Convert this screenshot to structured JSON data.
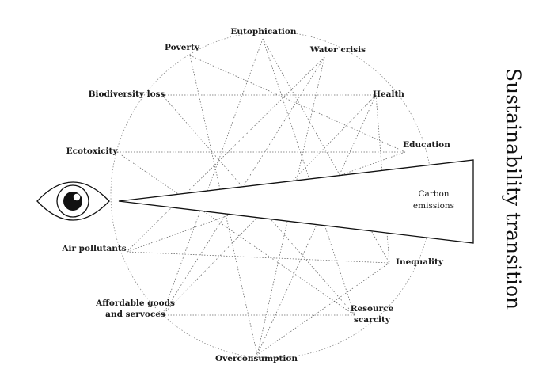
{
  "title": "Sustainability transition",
  "focus": {
    "lines": [
      "Carbon",
      "emissions"
    ]
  },
  "icons": {
    "viewer": "eye-icon"
  },
  "nodes": [
    {
      "id": "eutophication",
      "lines": [
        "Eutophication"
      ]
    },
    {
      "id": "water-crisis",
      "lines": [
        "Water crisis"
      ]
    },
    {
      "id": "poverty",
      "lines": [
        "Poverty"
      ]
    },
    {
      "id": "biodiversity-loss",
      "lines": [
        "Biodiversity loss"
      ]
    },
    {
      "id": "health",
      "lines": [
        "Health"
      ]
    },
    {
      "id": "ecotoxicity",
      "lines": [
        "Ecotoxicity"
      ]
    },
    {
      "id": "education",
      "lines": [
        "Education"
      ]
    },
    {
      "id": "air-pollutants",
      "lines": [
        "Air pollutants"
      ]
    },
    {
      "id": "inequality",
      "lines": [
        "Inequality"
      ]
    },
    {
      "id": "affordable-goods",
      "lines": [
        "Affordable goods",
        "and servoces"
      ]
    },
    {
      "id": "resource-scarcity",
      "lines": [
        "Resource",
        "scarcity"
      ]
    },
    {
      "id": "overconsumption",
      "lines": [
        "Overconsumption"
      ]
    }
  ],
  "links": [
    [
      "biodiversity-loss",
      "health"
    ],
    [
      "ecotoxicity",
      "education"
    ],
    [
      "air-pollutants",
      "inequality"
    ],
    [
      "affordable-goods",
      "resource-scarcity"
    ],
    [
      "poverty",
      "overconsumption"
    ],
    [
      "eutophication",
      "affordable-goods"
    ],
    [
      "eutophication",
      "resource-scarcity"
    ],
    [
      "water-crisis",
      "air-pollutants"
    ],
    [
      "water-crisis",
      "overconsumption"
    ],
    [
      "health",
      "overconsumption"
    ],
    [
      "health",
      "inequality"
    ],
    [
      "biodiversity-loss",
      "resource-scarcity"
    ],
    [
      "ecotoxicity",
      "resource-scarcity"
    ],
    [
      "poverty",
      "education"
    ],
    [
      "education",
      "air-pollutants"
    ],
    [
      "inequality",
      "overconsumption"
    ],
    [
      "affordable-goods",
      "health"
    ],
    [
      "eutophication",
      "inequality"
    ],
    [
      "water-crisis",
      "affordable-goods"
    ]
  ],
  "colors": {
    "ink": "#1a1a1a",
    "link": "#6b6b6b"
  }
}
